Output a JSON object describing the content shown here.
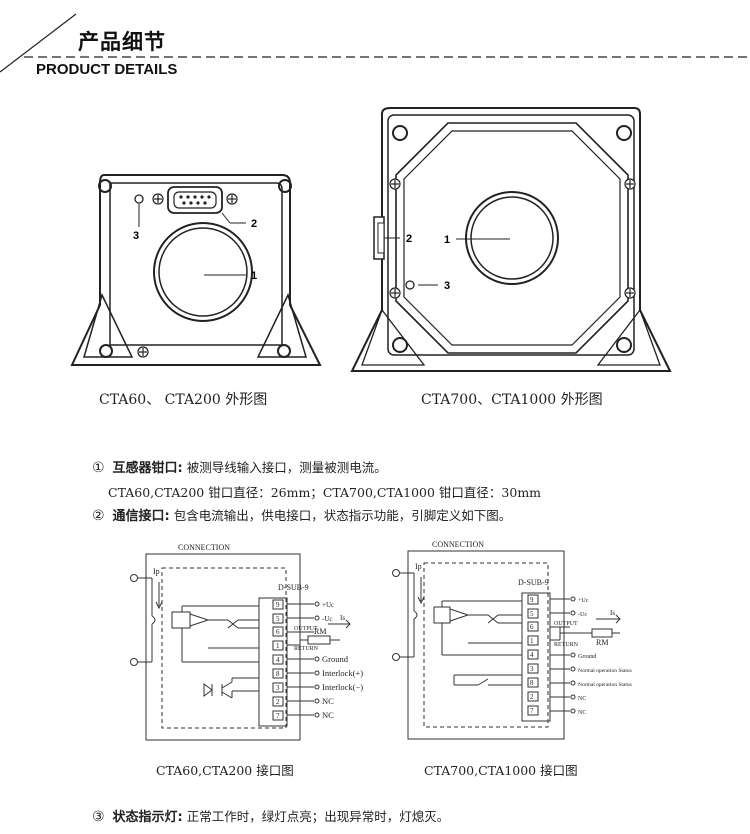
{
  "header": {
    "title_cn": "产品细节",
    "title_en": "PRODUCT DETAILS"
  },
  "figures": {
    "small": {
      "caption": "CTA60、 CTA200 外形图",
      "callouts": [
        "1",
        "2",
        "3"
      ]
    },
    "large": {
      "caption": "CTA700、CTA1000 外形图",
      "callouts": [
        "1",
        "2",
        "3"
      ]
    }
  },
  "notes": {
    "item1": {
      "num": "①",
      "label": "互感器钳口:",
      "text": "被测导线输入接口，测量被测电流。"
    },
    "item1_detail": "CTA60,CTA200 钳口直径：26mm；CTA700,CTA1000 钳口直径：30mm",
    "item2": {
      "num": "②",
      "label": "通信接口:",
      "text": "包含电流输出，供电接口，状态指示功能，引脚定义如下图。"
    },
    "item3": {
      "num": "③",
      "label": "状态指示灯:",
      "text": "正常工作时，绿灯点亮；出现异常时，灯熄灭。"
    }
  },
  "schematics": {
    "left": {
      "caption": "CTA60,CTA200  接口图",
      "title": "CONNECTION",
      "connector": "D-SUB-9",
      "ip": "Ip",
      "pins": [
        "9",
        "5",
        "6",
        "1",
        "4",
        "8",
        "3",
        "2",
        "7"
      ],
      "signals": [
        "+Uc",
        "-Uc",
        "Ground",
        "Interlock(+)",
        "Interlock(−)",
        "NC",
        "NC"
      ],
      "output": "OUTPUT",
      "return": "RETURN",
      "is": "Is",
      "rm": "RM"
    },
    "right": {
      "caption": "CTA700,CTA1000  接口图",
      "title": "CONNECTION",
      "connector": "D-SUB-9",
      "ip": "Ip",
      "pins": [
        "9",
        "5",
        "6",
        "1",
        "4",
        "3",
        "8",
        "2",
        "7"
      ],
      "signals": [
        "+Uc",
        "-Uc",
        "Ground",
        "Normal operation Status",
        "Normal operation Status",
        "NC",
        "NC"
      ],
      "output": "OUTPUT",
      "return": "RETURN",
      "is": "Is",
      "rm": "RM"
    }
  }
}
